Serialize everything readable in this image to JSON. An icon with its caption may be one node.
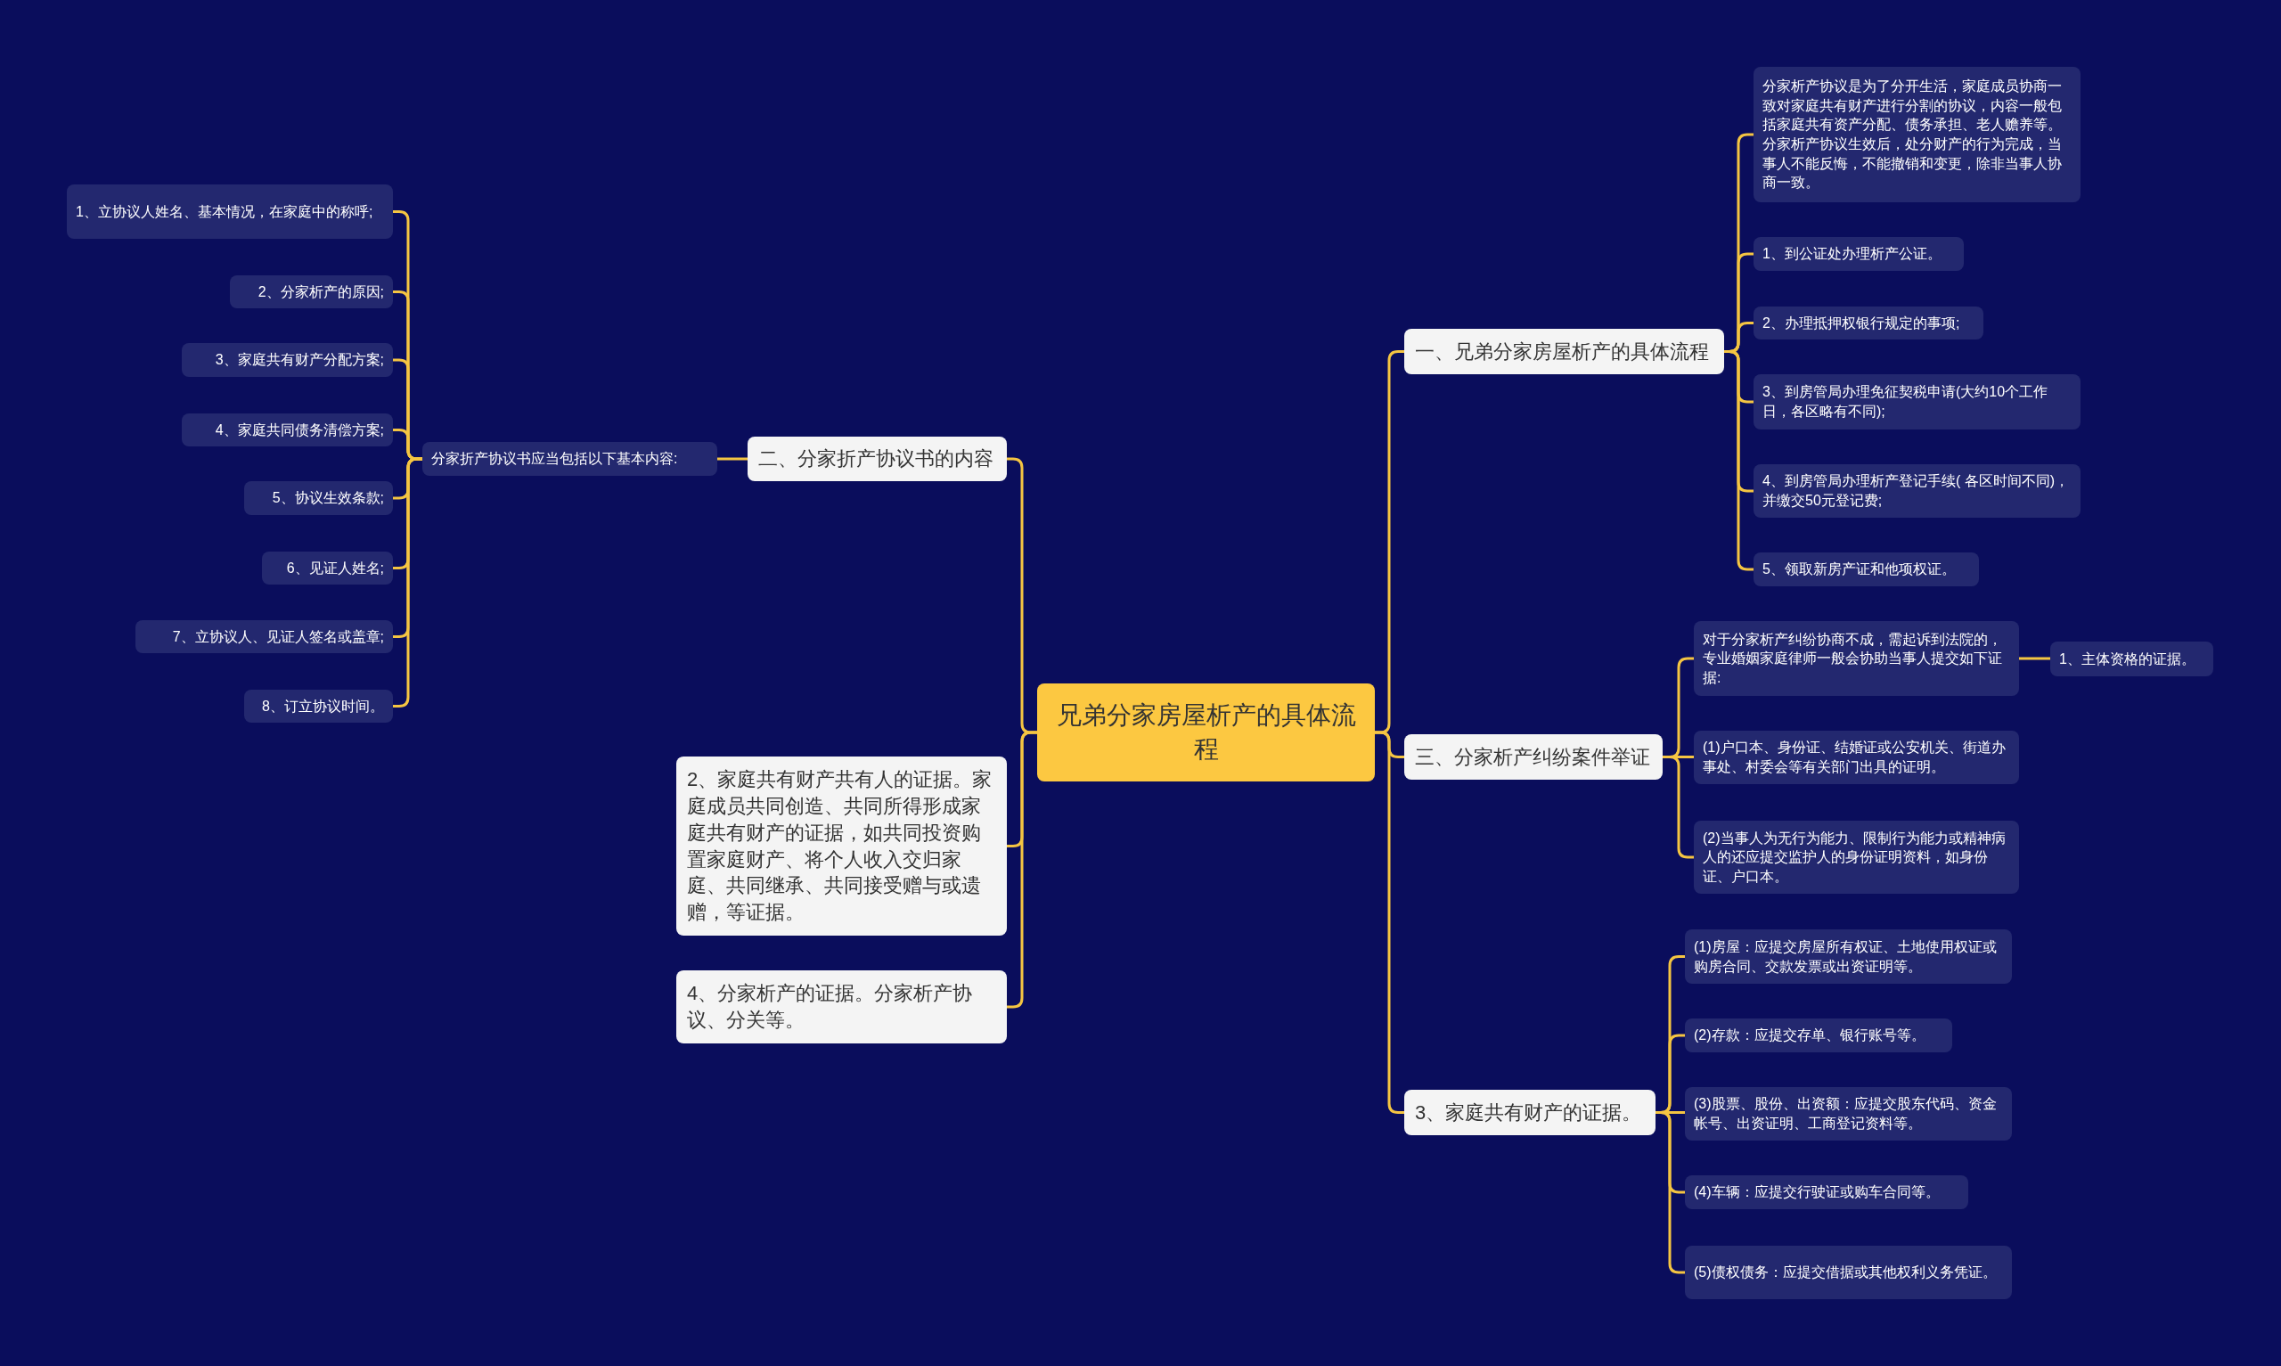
{
  "diagram": {
    "nodes": [
      {
        "text": [
          "兄弟分家房屋析产的具体流程"
        ]
      },
      {
        "text": [
          "一、兄弟分家房屋析产的具体流程"
        ]
      },
      {
        "text": [
          "分家析产协议是为了分开生活，家庭成员协商一致对家庭共有财产进行分割的协议，内容一般包括家庭共有资产分配、债务承担、老人赡养等。分家析产协议生效后，处分财产的行为完成，当事人不能反悔，不能撤销和变更，除非当事人协商一致。"
        ]
      },
      {
        "text": [
          "1、到公证处办理析产公证。"
        ]
      },
      {
        "text": [
          "2、办理抵押权银行规定的事项;"
        ]
      },
      {
        "text": [
          "3、到房管局办理免征契税申请(大约10个工作日，各区略有不同);"
        ]
      },
      {
        "text": [
          "4、到房管局办理析产登记手续( 各区时间不同)，并缴交50元登记费;"
        ]
      },
      {
        "text": [
          "5、领取新房产证和他项权证。"
        ]
      },
      {
        "text": [
          "二、分家折产协议书的内容"
        ]
      },
      {
        "text": [
          "分家折产协议书应当包括以下基本内容:"
        ]
      },
      {
        "text": [
          "1、立协议人姓名、基本情况，在家庭中的称呼;"
        ]
      },
      {
        "text": [
          "2、分家析产的原因;"
        ]
      },
      {
        "text": [
          "3、家庭共有财产分配方案;"
        ]
      },
      {
        "text": [
          "4、家庭共同债务清偿方案;"
        ]
      },
      {
        "text": [
          "5、协议生效条款;"
        ]
      },
      {
        "text": [
          "6、见证人姓名;"
        ]
      },
      {
        "text": [
          "7、立协议人、见证人签名或盖章;"
        ]
      },
      {
        "text": [
          "8、订立协议时间。"
        ]
      },
      {
        "text": [
          "2、家庭共有财产共有人的证据。家庭成员共同创造、共同所得形成家庭共有财产的证据，如共同投资购置家庭财产、将个人收入交归家庭、共同继承、共同接受赠与或遗赠，等证据。"
        ]
      },
      {
        "text": [
          "4、分家析产的证据。分家析产协议、分关等。"
        ]
      },
      {
        "text": [
          "三、分家析产纠纷案件举证"
        ]
      },
      {
        "text": [
          "对于分家析产纠纷协商不成，需起诉到法院的，专业婚姻家庭律师一般会协助当事人提交如下证据:"
        ]
      },
      {
        "text": [
          "1、主体资格的证据。"
        ]
      },
      {
        "text": [
          "(1)户口本、身份证、结婚证或公安机关、街道办事处、村委会等有关部门出具的证明。"
        ]
      },
      {
        "text": [
          "(2)当事人为无行为能力、限制行为能力或精神病人的还应提交监护人的身份证明资料，如身份证、户口本。"
        ]
      },
      {
        "text": [
          "3、家庭共有财产的证据。"
        ]
      },
      {
        "text": [
          "(1)房屋：应提交房屋所有权证、土地使用权证或购房合同、交款发票或出资证明等。"
        ]
      },
      {
        "text": [
          "(2)存款：应提交存单、银行账号等。"
        ]
      },
      {
        "text": [
          "(3)股票、股份、出资额：应提交股东代码、资金帐号、出资证明、工商登记资料等。"
        ]
      },
      {
        "text": [
          "(4)车辆：应提交行驶证或购车合同等。"
        ]
      },
      {
        "text": [
          "(5)债权债务：应提交借据或其他权利义务凭证。"
        ]
      }
    ],
    "edges": [
      {
        "from": 0,
        "to": 1,
        "arrow": "none"
      },
      {
        "from": 0,
        "to": 8,
        "arrow": "none"
      },
      {
        "from": 0,
        "to": 18,
        "arrow": "none"
      },
      {
        "from": 0,
        "to": 19,
        "arrow": "none"
      },
      {
        "from": 0,
        "to": 20,
        "arrow": "none"
      },
      {
        "from": 0,
        "to": 25,
        "arrow": "none"
      },
      {
        "from": 1,
        "to": 2,
        "arrow": "none"
      },
      {
        "from": 1,
        "to": 3,
        "arrow": "none"
      },
      {
        "from": 1,
        "to": 4,
        "arrow": "none"
      },
      {
        "from": 1,
        "to": 5,
        "arrow": "none"
      },
      {
        "from": 1,
        "to": 6,
        "arrow": "none"
      },
      {
        "from": 1,
        "to": 7,
        "arrow": "none"
      },
      {
        "from": 8,
        "to": 9,
        "arrow": "none"
      },
      {
        "from": 9,
        "to": 10,
        "arrow": "none"
      },
      {
        "from": 9,
        "to": 11,
        "arrow": "none"
      },
      {
        "from": 9,
        "to": 12,
        "arrow": "none"
      },
      {
        "from": 9,
        "to": 13,
        "arrow": "none"
      },
      {
        "from": 9,
        "to": 14,
        "arrow": "none"
      },
      {
        "from": 9,
        "to": 15,
        "arrow": "none"
      },
      {
        "from": 9,
        "to": 16,
        "arrow": "none"
      },
      {
        "from": 9,
        "to": 17,
        "arrow": "none"
      },
      {
        "from": 20,
        "to": 21,
        "arrow": "none"
      },
      {
        "from": 20,
        "to": 23,
        "arrow": "none"
      },
      {
        "from": 20,
        "to": 24,
        "arrow": "none"
      },
      {
        "from": 21,
        "to": 22,
        "arrow": "none"
      },
      {
        "from": 25,
        "to": 26,
        "arrow": "none"
      },
      {
        "from": 25,
        "to": 27,
        "arrow": "none"
      },
      {
        "from": 25,
        "to": 28,
        "arrow": "none"
      },
      {
        "from": 25,
        "to": 29,
        "arrow": "none"
      },
      {
        "from": 25,
        "to": 30,
        "arrow": "none"
      }
    ]
  }
}
